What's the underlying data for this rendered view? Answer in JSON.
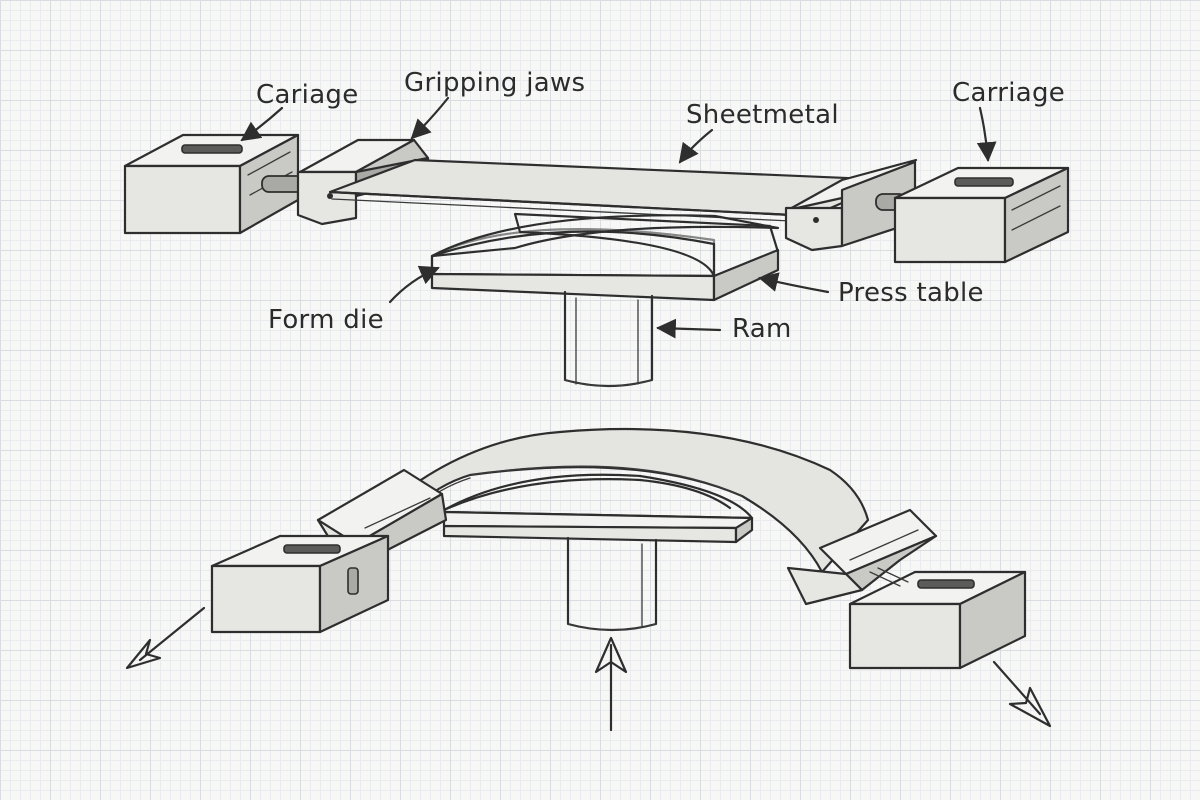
{
  "labels": {
    "left_carriage": "Cariage",
    "gripping_jaws": "Gripping jaws",
    "sheetmetal": "Sheetmetal",
    "right_carriage": "Carriage",
    "form_die": "Form die",
    "press_table": "Press table",
    "ram": "Ram"
  },
  "colors": {
    "ink": "#2e2e2e",
    "paper": "#f7f7f5",
    "grid": "#d9dde2"
  }
}
